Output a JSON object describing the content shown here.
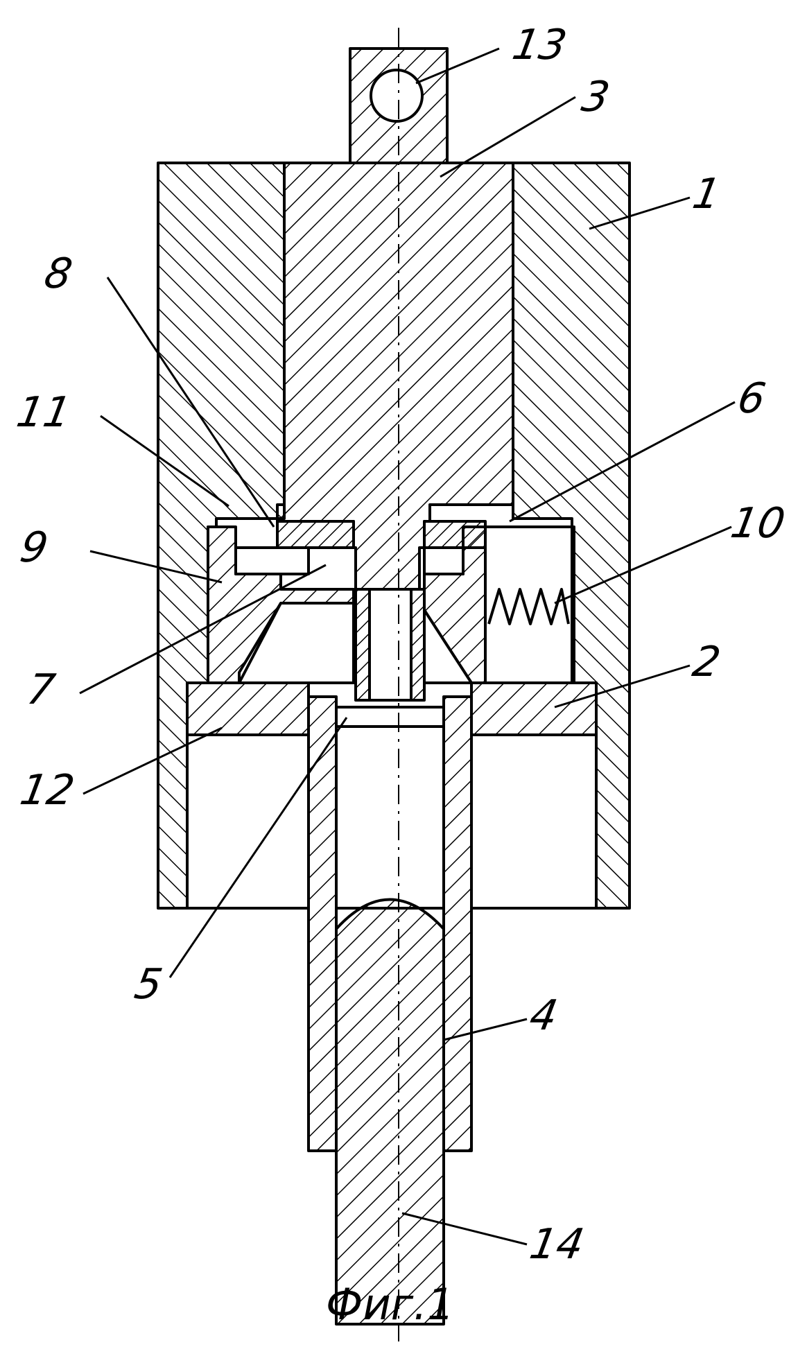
{
  "figure": {
    "caption": "Фиг.1",
    "callouts": [
      {
        "id": "1",
        "label": "1"
      },
      {
        "id": "2",
        "label": "2"
      },
      {
        "id": "3",
        "label": "3"
      },
      {
        "id": "4",
        "label": "4"
      },
      {
        "id": "5",
        "label": "5"
      },
      {
        "id": "6",
        "label": "6"
      },
      {
        "id": "7",
        "label": "7"
      },
      {
        "id": "8",
        "label": "8"
      },
      {
        "id": "9",
        "label": "9"
      },
      {
        "id": "10",
        "label": "10"
      },
      {
        "id": "11",
        "label": "11"
      },
      {
        "id": "12",
        "label": "12"
      },
      {
        "id": "13",
        "label": "13"
      },
      {
        "id": "14",
        "label": "14"
      }
    ]
  }
}
